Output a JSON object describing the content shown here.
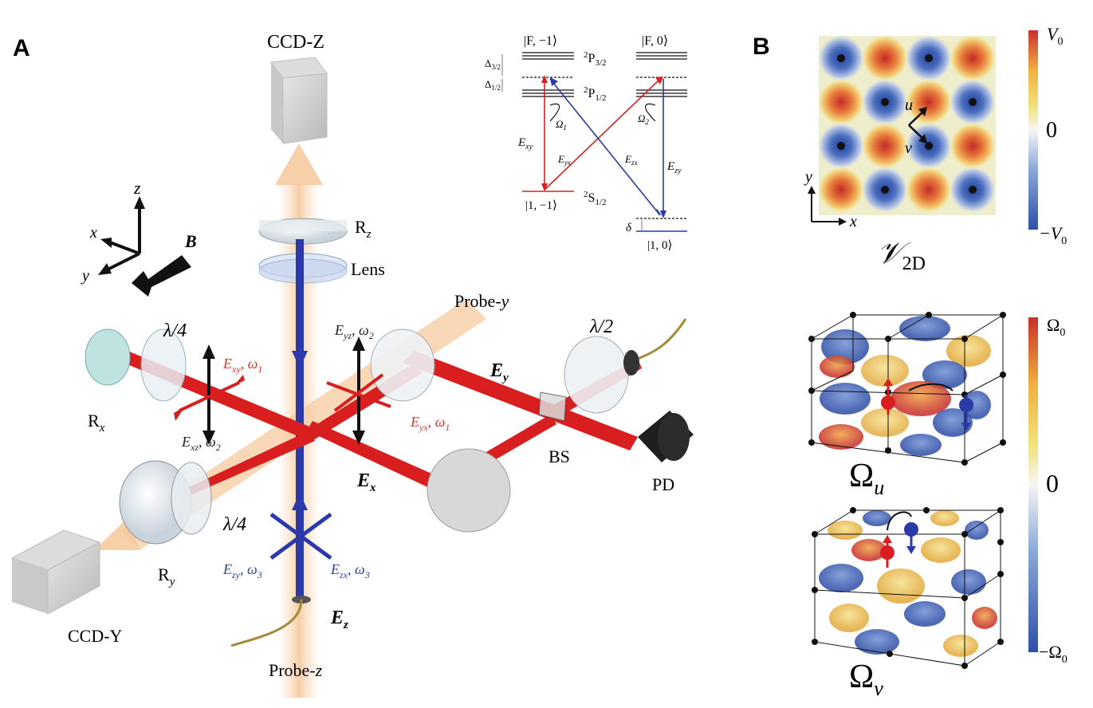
{
  "panel_a": {
    "letter": "A",
    "ccd_z": "CCD-Z",
    "ccd_y": "CCD-Y",
    "r_z": "R",
    "r_z_sub": "z",
    "lens": "Lens",
    "probe_y": "Probe-",
    "probe_y_var": "y",
    "probe_z": "Probe-",
    "probe_z_var": "z",
    "lambda4_left": "λ/4",
    "lambda4_bottom": "λ/4",
    "lambda2": "λ/2",
    "r_x": "R",
    "r_x_sub": "x",
    "r_y": "R",
    "r_y_sub": "y",
    "bs": "BS",
    "pd": "PD",
    "ey": "E",
    "ey_sub": "y",
    "ex": "E",
    "ex_sub": "x",
    "ez": "E",
    "ez_sub": "z",
    "axis_x": "x",
    "axis_y": "y",
    "axis_z": "z",
    "axis_b": "B",
    "field_labels": {
      "exy": "E",
      "exy_sub": "xy",
      "exy_freq": ", ω",
      "exy_freq_sub": "1",
      "eyz": "E",
      "eyz_sub": "yz",
      "eyz_freq": ", ω",
      "eyz_freq_sub": "2",
      "exz": "E",
      "exz_sub": "xz",
      "exz_freq": ", ω",
      "exz_freq_sub": "2",
      "eyx": "E",
      "eyx_sub": "yx",
      "eyx_freq": ", ω",
      "eyx_freq_sub": "1",
      "ezy": "E",
      "ezy_sub": "zy",
      "ezy_freq": ", ω",
      "ezy_freq_sub": "3",
      "ezx": "E",
      "ezx_sub": "zx",
      "ezx_freq": ", ω",
      "ezx_freq_sub": "3"
    },
    "level_scheme": {
      "f_m1": "|F, −1⟩",
      "f_0": "|F, 0⟩",
      "p32": "P",
      "p32_pre": "2",
      "p32_sub": "3/2",
      "p12": "P",
      "p12_pre": "2",
      "p12_sub": "1/2",
      "s12": "S",
      "s12_pre": "2",
      "s12_sub": "1/2",
      "delta32": "Δ",
      "delta32_sub": "3/2",
      "delta12": "Δ",
      "delta12_sub": "1/2",
      "omega1": "Ω",
      "omega1_sub": "1",
      "omega2": "Ω",
      "omega2_sub": "2",
      "exy": "E",
      "exy_sub": "xy",
      "eyx": "E",
      "eyx_sub": "yx",
      "ezx": "E",
      "ezx_sub": "zx",
      "ezy": "E",
      "ezy_sub": "zy",
      "ket_1m1": "|1, −1⟩",
      "ket_10": "|1, 0⟩",
      "delta": "δ"
    },
    "colors": {
      "red_beam": "#d81e1e",
      "blue_beam": "#2b3aa8",
      "probe": "#f6c89a",
      "red_label": "#e0302b",
      "blue_label": "#2e3e9e"
    }
  },
  "panel_b": {
    "letter": "B",
    "v2d": "𝒱",
    "v2d_sub": "2D",
    "u_label": "u",
    "v_label": "v",
    "x_label": "x",
    "y_label": "y",
    "colorbar1_top": "V",
    "colorbar1_top_sub": "0",
    "colorbar1_mid": "0",
    "colorbar1_bot": "−V",
    "colorbar1_bot_sub": "0",
    "colorbar2_top": "Ω",
    "colorbar2_top_sub": "0",
    "colorbar2_mid": "0",
    "colorbar2_bot": "−Ω",
    "colorbar2_bot_sub": "0",
    "omega_u": "Ω",
    "omega_u_sub": "u",
    "omega_v": "Ω",
    "omega_v_sub": "v",
    "colormap": [
      "#2e4fa8",
      "#8aa8d8",
      "#f4f4f4",
      "#f2e27a",
      "#f0b040",
      "#c8302a"
    ]
  }
}
